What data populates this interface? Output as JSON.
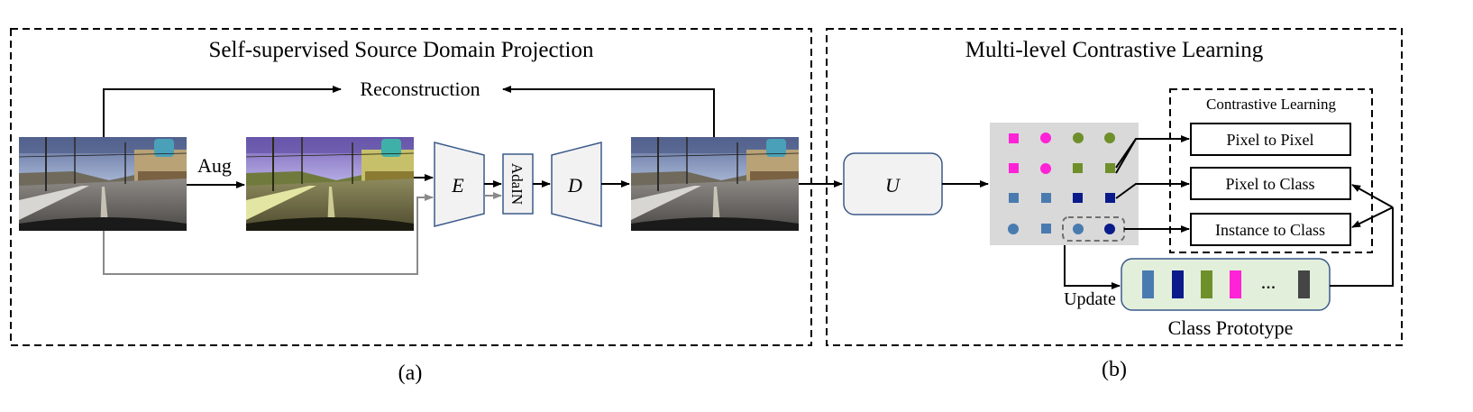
{
  "panel_a": {
    "title": "Self-supervised Source Domain Projection",
    "reconstruction_label": "Reconstruction",
    "aug_label": "Aug",
    "encoder_label": "E",
    "adain_label": "AdaIN",
    "decoder_label": "D",
    "caption": "(a)"
  },
  "panel_b": {
    "title": "Multi-level Contrastive Learning",
    "u_label": "U",
    "contrastive_group_title": "Contrastive Learning",
    "contrastive_items": [
      "Pixel to Pixel",
      "Pixel to Class",
      "Instance to Class"
    ],
    "update_label": "Update",
    "ellipsis": "...",
    "prototype_title": "Class Prototype",
    "caption": "(b)"
  },
  "colors": {
    "magenta": "#ff22d6",
    "olive": "#6f8f2a",
    "steel_blue": "#4a7bb0",
    "navy": "#0a1a8a",
    "dark_gray": "#454545",
    "box_stroke": "#3b5a8a",
    "box_fill": "#f2f2f2",
    "feature_bg": "#d9d9d9",
    "prototype_fill": "#e2efda",
    "gray_arrow": "#8a8a8a"
  }
}
